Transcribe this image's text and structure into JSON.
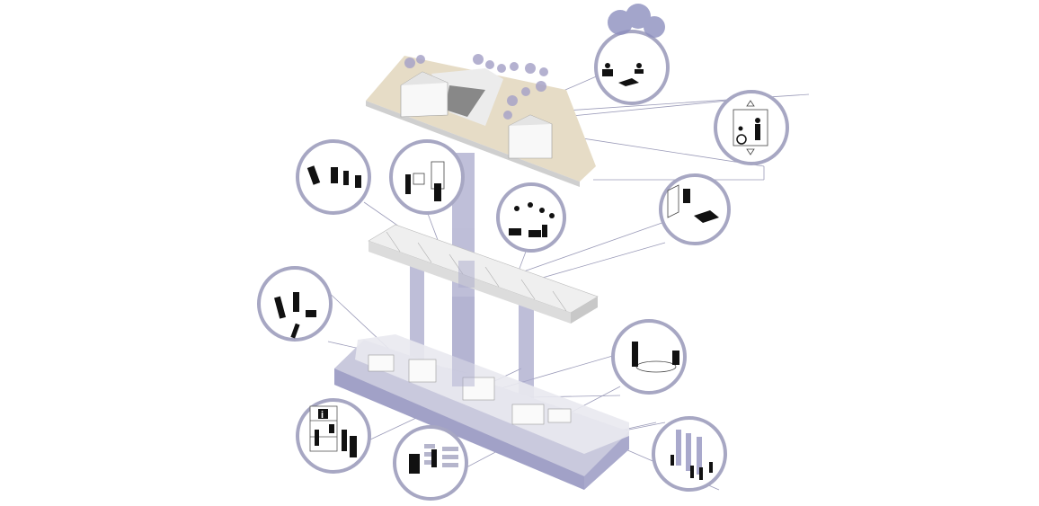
{
  "diagram": {
    "colors": {
      "ring": "#a7a7c3",
      "lavender": "#a9a9cc",
      "sand": "#e6dcc6",
      "wall": "#f4f4f4",
      "silhouette": "#111111"
    },
    "levels": [
      "roof-garden-level",
      "upper-floor",
      "ground-floor"
    ],
    "vignettes": [
      {
        "icon": "meditation-under-tree-icon"
      },
      {
        "icon": "elevator-accessibility-icon"
      },
      {
        "icon": "dance-group-icon"
      },
      {
        "icon": "storage-cube-door-icon"
      },
      {
        "icon": "plants-relaxing-icon"
      },
      {
        "icon": "tv-lounge-icon"
      },
      {
        "icon": "dancers-yoga-icon"
      },
      {
        "icon": "meeting-table-icon"
      },
      {
        "icon": "information-desk-icon"
      },
      {
        "icon": "library-reading-icon"
      },
      {
        "icon": "columns-hall-icon"
      }
    ],
    "info_sign": "i"
  }
}
